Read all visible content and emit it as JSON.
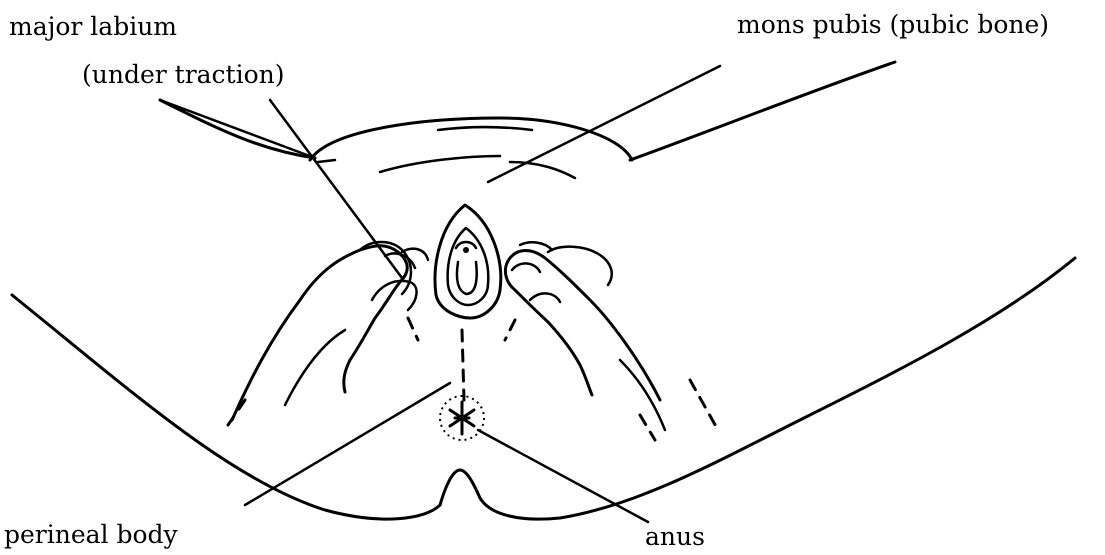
{
  "labels": {
    "major_labium": "major labium",
    "under_traction": "(under traction)",
    "mons_pubis": "mons pubis (pubic bone)",
    "perineal_body": "perineal body",
    "anus": "anus"
  },
  "colors": {
    "line": "#000000",
    "background": "#ffffff"
  }
}
